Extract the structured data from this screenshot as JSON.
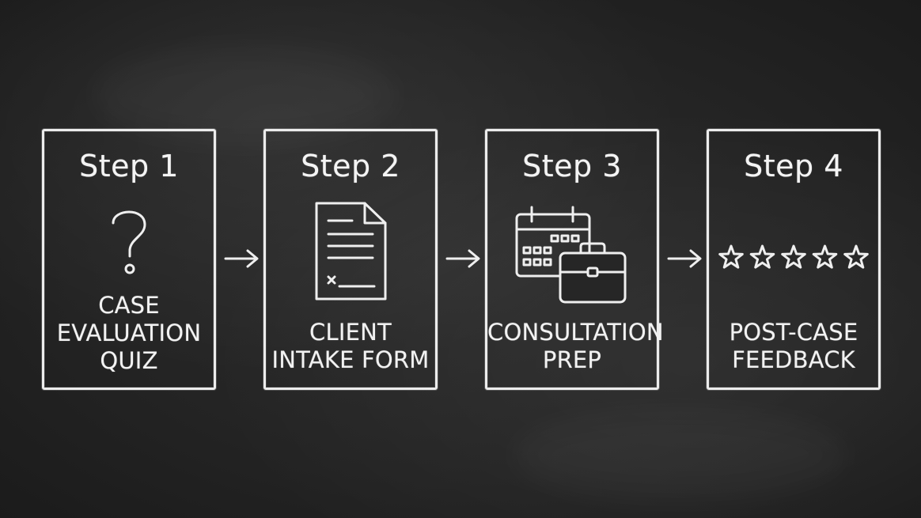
{
  "steps": [
    {
      "step_label": "Step 1",
      "icon": "question-mark-icon",
      "label_lines": [
        "CASE",
        "EVALUATION",
        "QUIZ"
      ]
    },
    {
      "step_label": "Step 2",
      "icon": "document-form-icon",
      "label_lines": [
        "CLIENT",
        "INTAKE FORM"
      ]
    },
    {
      "step_label": "Step 3",
      "icon": "calendar-briefcase-icon",
      "label_lines": [
        "CONSULTATION",
        "PREP"
      ]
    },
    {
      "step_label": "Step 4",
      "icon": "five-stars-icon",
      "label_lines": [
        "POST-CASE",
        "FEEDBACK"
      ]
    }
  ],
  "colors": {
    "background": "#262626",
    "chalk": "#efefef"
  }
}
